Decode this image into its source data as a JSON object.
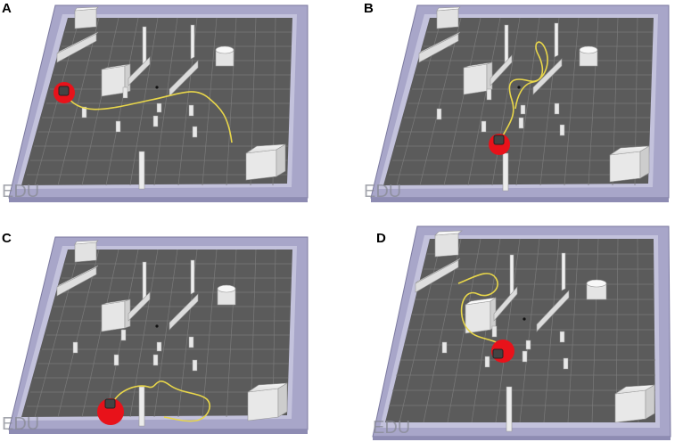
{
  "panels": [
    {
      "letter": "A",
      "watermark": "EDU",
      "colors": {
        "wall": "#a6a4c8",
        "floor": "#595959",
        "target": "#e8121a",
        "path": "#e8d64a"
      }
    },
    {
      "letter": "B",
      "watermark": "EDU"
    },
    {
      "letter": "C",
      "watermark": "EDU"
    },
    {
      "letter": "D",
      "watermark": "EDU"
    }
  ]
}
